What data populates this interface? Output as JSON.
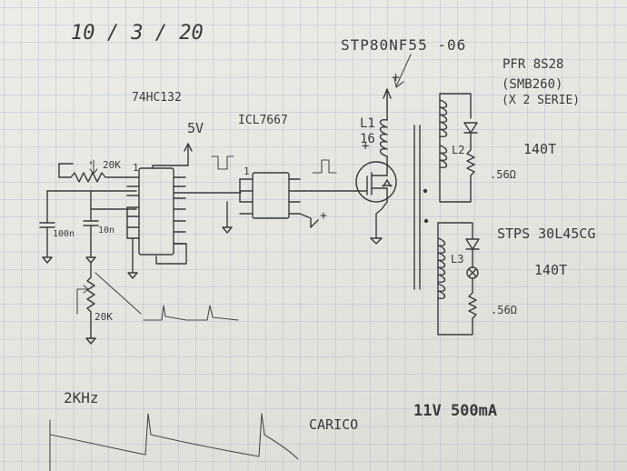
{
  "header": {
    "date": "10 / 3 / 20"
  },
  "chips": {
    "gate_chip": "74HC132",
    "driver_chip": "ICL7667",
    "mosfet": "STP80NF55 -06",
    "diode_upper": "PFR 8S28",
    "diode_upper_note1": "(SMB260)",
    "diode_upper_note2": "(X 2 SERIE)",
    "diode_lower": "STPS 30L45CG"
  },
  "labels": {
    "supply": "5V",
    "plus_mosfet": "+",
    "plus_driver": "+",
    "pot_upper": "20K",
    "pot_lower": "20K",
    "cap_left": "100n",
    "cap_mid": "10n",
    "pin_gate": "1",
    "pin_driver": "1",
    "l1_name": "L1",
    "l1_turns": "16",
    "l1_plus": "+",
    "l2_name": "L2",
    "l3_name": "L3",
    "turns_upper": "140T",
    "turns_lower": "140T",
    "res_upper": ".56Ω",
    "res_lower": ".56Ω"
  },
  "bottom": {
    "frequency": "2KHz",
    "load": "CARICO",
    "output": "11V  500mA"
  },
  "colors": {
    "ink": "#3a3a3a",
    "grid": "#a9b3c6",
    "paper": "#eceae6"
  }
}
